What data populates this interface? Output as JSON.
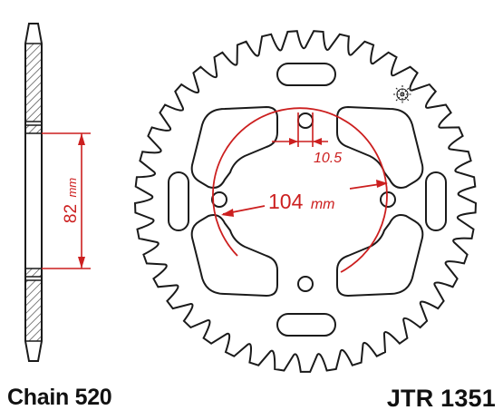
{
  "diagram": {
    "chain_caption": "Chain 520",
    "part_caption": "JTR 1351",
    "side_dimension_value": "82",
    "side_dimension_unit": "mm",
    "pcd_value": "104",
    "pcd_unit": "mm",
    "bolt_hole_value": "10.5",
    "colors": {
      "outline": "#1a1a1a",
      "dimension": "#cc1f1f",
      "hatch": "#444444"
    }
  }
}
